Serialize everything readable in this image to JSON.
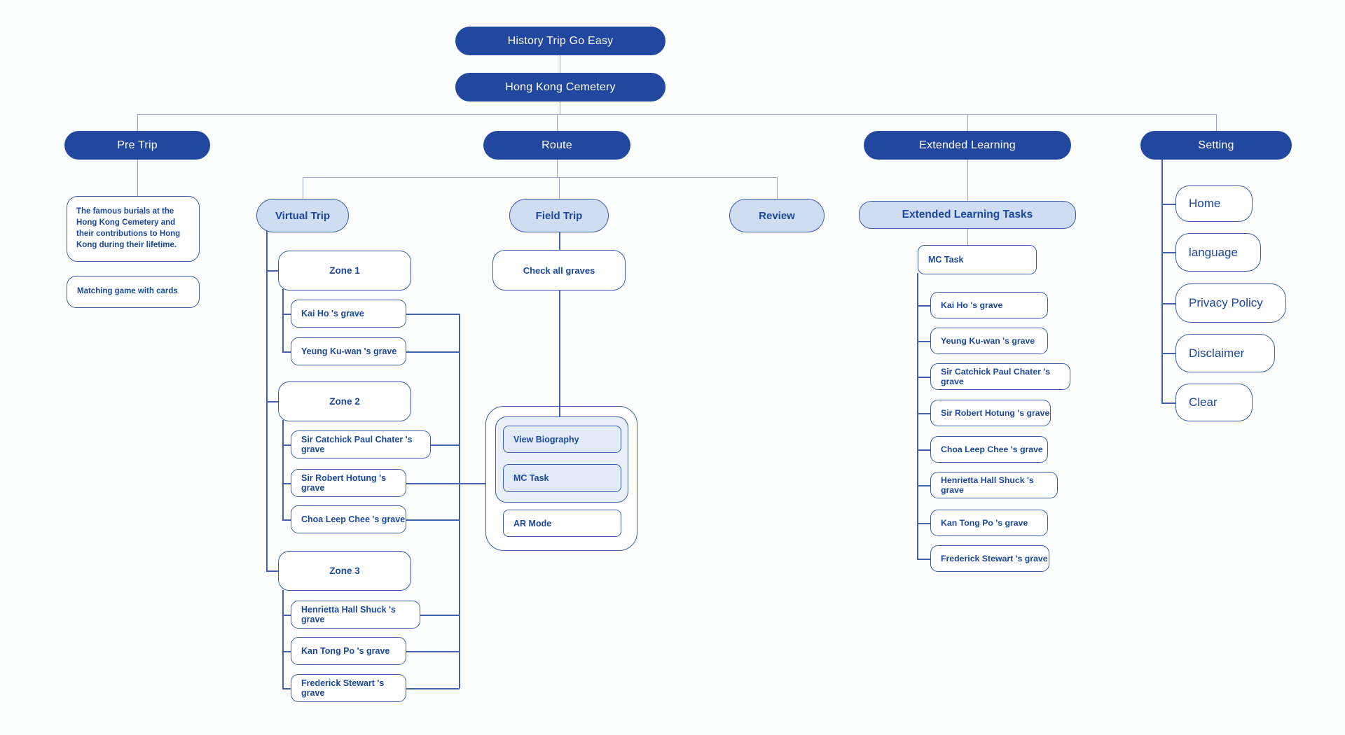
{
  "app": {
    "title": "History Trip Go Easy",
    "subtitle": "Hong Kong Cemetery"
  },
  "pre_trip": {
    "label": "Pre Trip",
    "intro": "The famous burials at the Hong Kong Cemetery and their contributions to Hong Kong during their lifetime.",
    "game": "Matching game with cards"
  },
  "route": {
    "label": "Route",
    "virtual_trip": {
      "label": "Virtual Trip",
      "zones": [
        {
          "label": "Zone 1",
          "graves": [
            "Kai Ho 's grave",
            "Yeung Ku-wan 's grave"
          ]
        },
        {
          "label": "Zone 2",
          "graves": [
            "Sir Catchick Paul Chater 's grave",
            "Sir Robert Hotung 's grave",
            "Choa Leep Chee 's grave"
          ]
        },
        {
          "label": "Zone 3",
          "graves": [
            "Henrietta Hall Shuck 's grave",
            "Kan Tong Po 's grave",
            "Frederick Stewart 's grave"
          ]
        }
      ]
    },
    "field_trip": {
      "label": "Field Trip",
      "check_all": "Check all graves",
      "panel": {
        "view_biography": "View Biography",
        "mc_task": "MC Task",
        "ar_mode": "AR Mode"
      }
    },
    "review": {
      "label": "Review"
    }
  },
  "extended_learning": {
    "label": "Extended Learning",
    "tasks_label": "Extended Learning Tasks",
    "mc_task": "MC Task",
    "graves": [
      "Kai Ho 's grave",
      "Yeung Ku-wan 's grave",
      "Sir Catchick Paul Chater 's grave",
      "Sir Robert Hotung 's grave",
      "Choa Leep Chee 's grave",
      "Henrietta Hall Shuck 's grave",
      "Kan Tong Po 's grave",
      "Frederick Stewart 's grave"
    ]
  },
  "setting": {
    "label": "Setting",
    "items": [
      "Home",
      "language",
      "Privacy Policy",
      "Disclaimer",
      "Clear"
    ]
  },
  "colors": {
    "node_dark": "#21489E",
    "node_light_fill": "#CEDDF2",
    "node_border": "#3A5BA9",
    "node_text": "#1B479C",
    "connector_light": "#9AA1CE",
    "connector": "#4262AE",
    "panel_fill": "#E9F0FA",
    "panel_box_fill": "#E3EBF8",
    "background": "#FDFEFE"
  }
}
